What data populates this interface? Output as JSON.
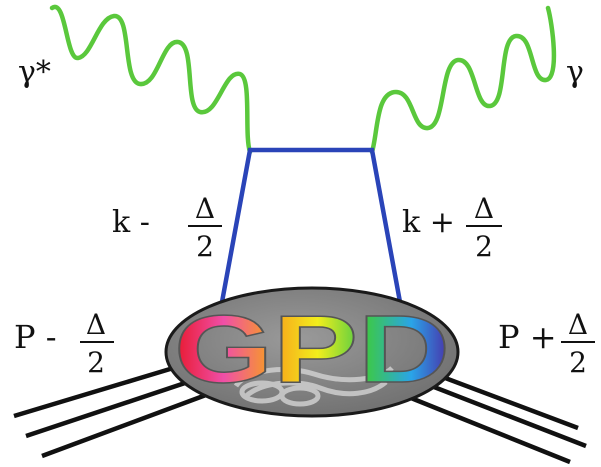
{
  "photons": {
    "incoming_label": "γ*",
    "outgoing_label": "γ"
  },
  "quark_lines": {
    "left_label_prefix": "k -",
    "right_label_prefix": "k +",
    "numerator": "Δ",
    "denominator": "2"
  },
  "proton_lines": {
    "left_label_prefix": "P -",
    "right_label_prefix": "P +",
    "numerator": "Δ",
    "denominator": "2"
  },
  "blob": {
    "label": "GPD"
  },
  "colors": {
    "photon_line": "#5ac83c",
    "quark_line": "#2a44b8",
    "blob_fill": "#7a7a7a",
    "proton_line": "#111111"
  }
}
